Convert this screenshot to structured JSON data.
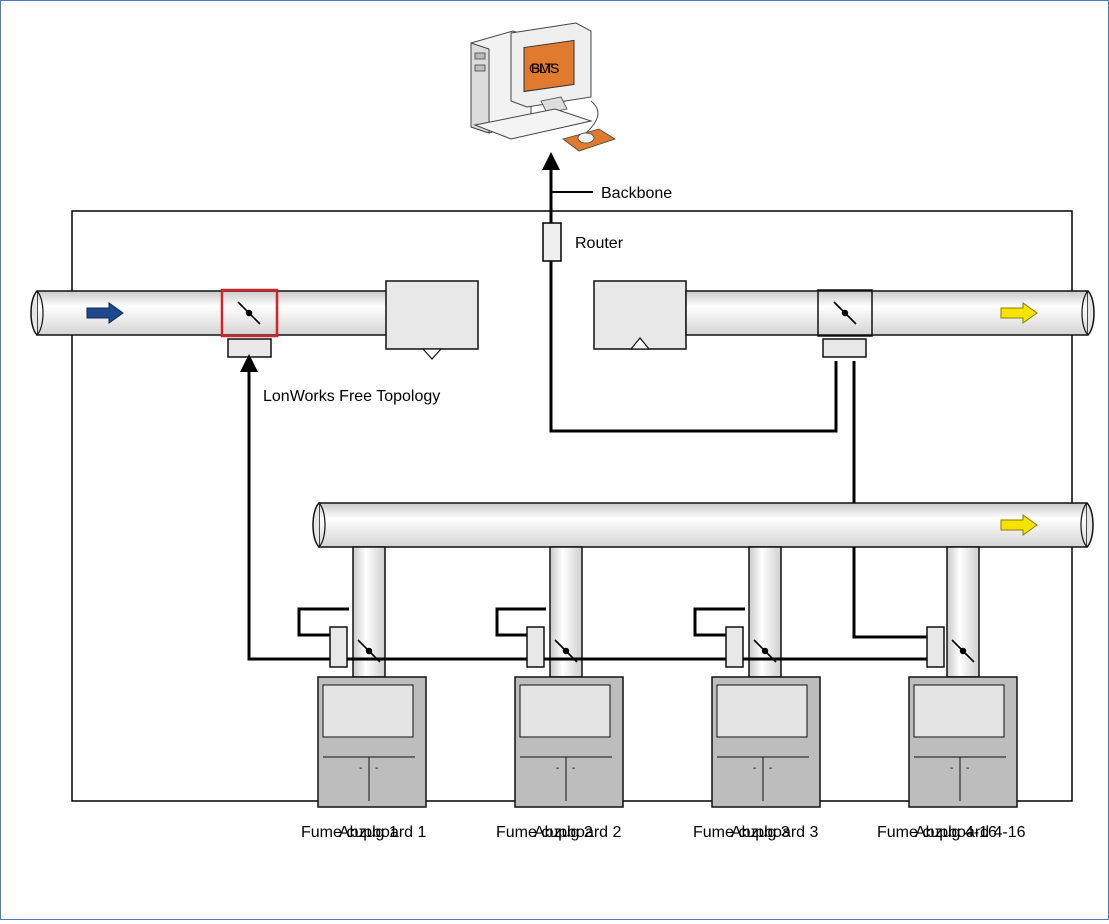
{
  "workstation": {
    "screen_text": "BMS",
    "screen_overlay_text": "GLT"
  },
  "network": {
    "backbone_label": "Backbone",
    "router_label": "Router",
    "free_topology_label": "LonWorks Free Topology"
  },
  "fume_cupboards": [
    {
      "label_a": "Fume cupboard 1",
      "label_b": "Abzug 1"
    },
    {
      "label_a": "Fume cupboard 2",
      "label_b": "Abzug 2"
    },
    {
      "label_a": "Fume cupboard 3",
      "label_b": "Abzug 3"
    },
    {
      "label_a": "Fume cupboard 4-16",
      "label_b": "Abzug 4-16"
    }
  ],
  "colors": {
    "supply_arrow": "#1c4a8c",
    "exhaust_arrow": "#f4e400",
    "highlight_damper": "#d2232a",
    "monitor_screen": "#e07a2e",
    "mouse_pad": "#e07a2e",
    "frame_border": "#4a7fb5"
  },
  "icons": {
    "damper": "damper-icon",
    "arrow_supply": "arrow-right-blue-icon",
    "arrow_exhaust": "arrow-right-yellow-icon",
    "computer": "computer-workstation-icon"
  }
}
